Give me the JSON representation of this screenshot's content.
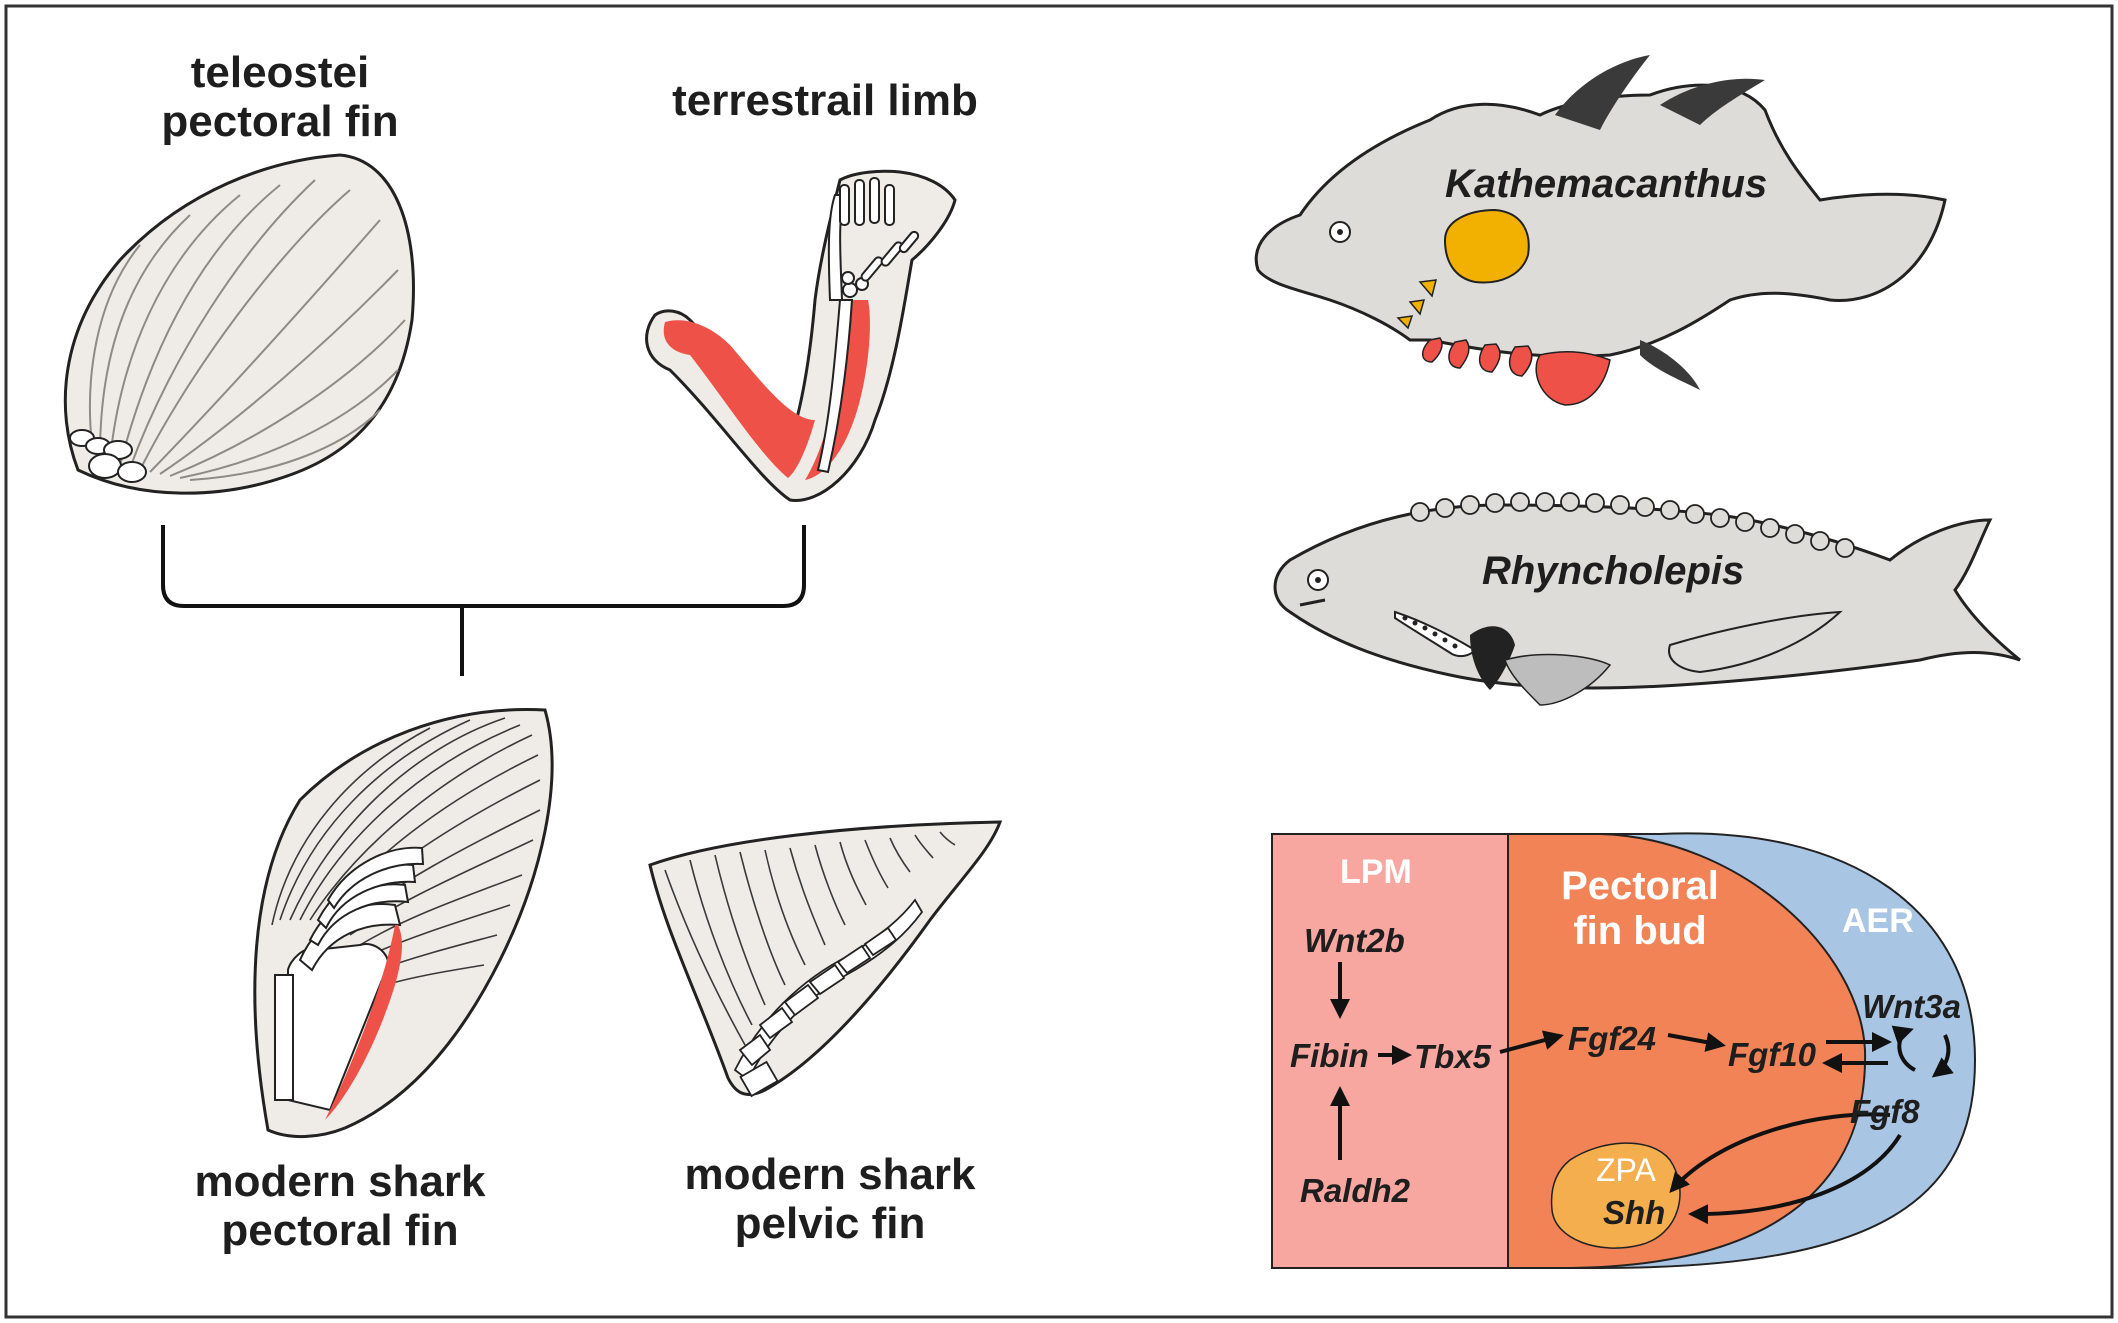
{
  "labels": {
    "teleostei": "teleostei",
    "pectoral_fin": "pectoral fin",
    "terrestrial_limb": "terrestrail limb",
    "modern_shark_1": "modern shark",
    "pectoral_fin_2": "pectoral fin",
    "modern_shark_2": "modern shark",
    "pelvic_fin": "pelvic fin"
  },
  "fossils": {
    "kathemacanthus": "Kathemacanthus",
    "rhyncholepis": "Rhyncholepis"
  },
  "network": {
    "lpm": "LPM",
    "pectoral": "Pectoral",
    "fin_bud": "fin bud",
    "aer": "AER",
    "zpa": "ZPA",
    "genes": {
      "wnt2b": "Wnt2b",
      "fibin": "Fibin",
      "raldh2": "Raldh2",
      "tbx5": "Tbx5",
      "fgf24": "Fgf24",
      "fgf10": "Fgf10",
      "wnt3a": "Wnt3a",
      "fgf8": "Fgf8",
      "shh": "Shh"
    }
  },
  "colors": {
    "muscle_red": "#ee5148",
    "fin_fill": "#efebe6",
    "fish_body": "#dedcd8",
    "fin_spine": "#3a3a3a",
    "yellow_plate": "#f2b000",
    "lpm_fill": "#f8a6a0",
    "fin_bud_fill": "#f28356",
    "aer_fill": "#a9c5e4",
    "zpa_fill": "#f5ae4e"
  }
}
